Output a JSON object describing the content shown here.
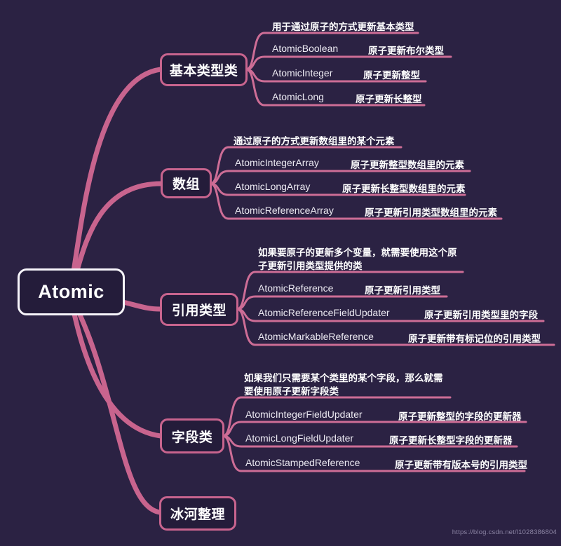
{
  "root": {
    "label": "Atomic"
  },
  "colors": {
    "background": "#2b2243",
    "node_fill": "#241c3a",
    "accent_pink": "#c8648e",
    "underline_pink": "#cd6d96",
    "root_border": "#f7f5fb",
    "text": "#ffffff",
    "watermark_text": "#8b84a3"
  },
  "watermark": "https://blog.csdn.net/l1028386804",
  "branches": [
    {
      "label": "基本类型类",
      "note": "用于通过原子的方式更新基本类型",
      "children": [
        {
          "name": "AtomicBoolean",
          "desc": "原子更新布尔类型"
        },
        {
          "name": "AtomicInteger",
          "desc": "原子更新整型"
        },
        {
          "name": "AtomicLong",
          "desc": "原子更新长整型"
        }
      ]
    },
    {
      "label": "数组",
      "note": "通过原子的方式更新数组里的某个元素",
      "children": [
        {
          "name": "AtomicIntegerArray",
          "desc": "原子更新整型数组里的元素"
        },
        {
          "name": "AtomicLongArray",
          "desc": "原子更新长整型数组里的元素"
        },
        {
          "name": "AtomicReferenceArray",
          "desc": "原子更新引用类型数组里的元素"
        }
      ]
    },
    {
      "label": "引用类型",
      "note": "如果要原子的更新多个变量，就需要使用这个原\n子更新引用类型提供的类",
      "children": [
        {
          "name": "AtomicReference",
          "desc": "原子更新引用类型"
        },
        {
          "name": "AtomicReferenceFieldUpdater",
          "desc": "原子更新引用类型里的字段"
        },
        {
          "name": "AtomicMarkableReference",
          "desc": "原子更新带有标记位的引用类型"
        }
      ]
    },
    {
      "label": "字段类",
      "note": "如果我们只需要某个类里的某个字段，那么就需\n要使用原子更新字段类",
      "children": [
        {
          "name": "AtomicIntegerFieldUpdater",
          "desc": "原子更新整型的字段的更新器"
        },
        {
          "name": "AtomicLongFieldUpdater",
          "desc": "原子更新长整型字段的更新器"
        },
        {
          "name": "AtomicStampedReference",
          "desc": "原子更新带有版本号的引用类型"
        }
      ]
    },
    {
      "label": "冰河整理",
      "note": "",
      "children": []
    }
  ]
}
